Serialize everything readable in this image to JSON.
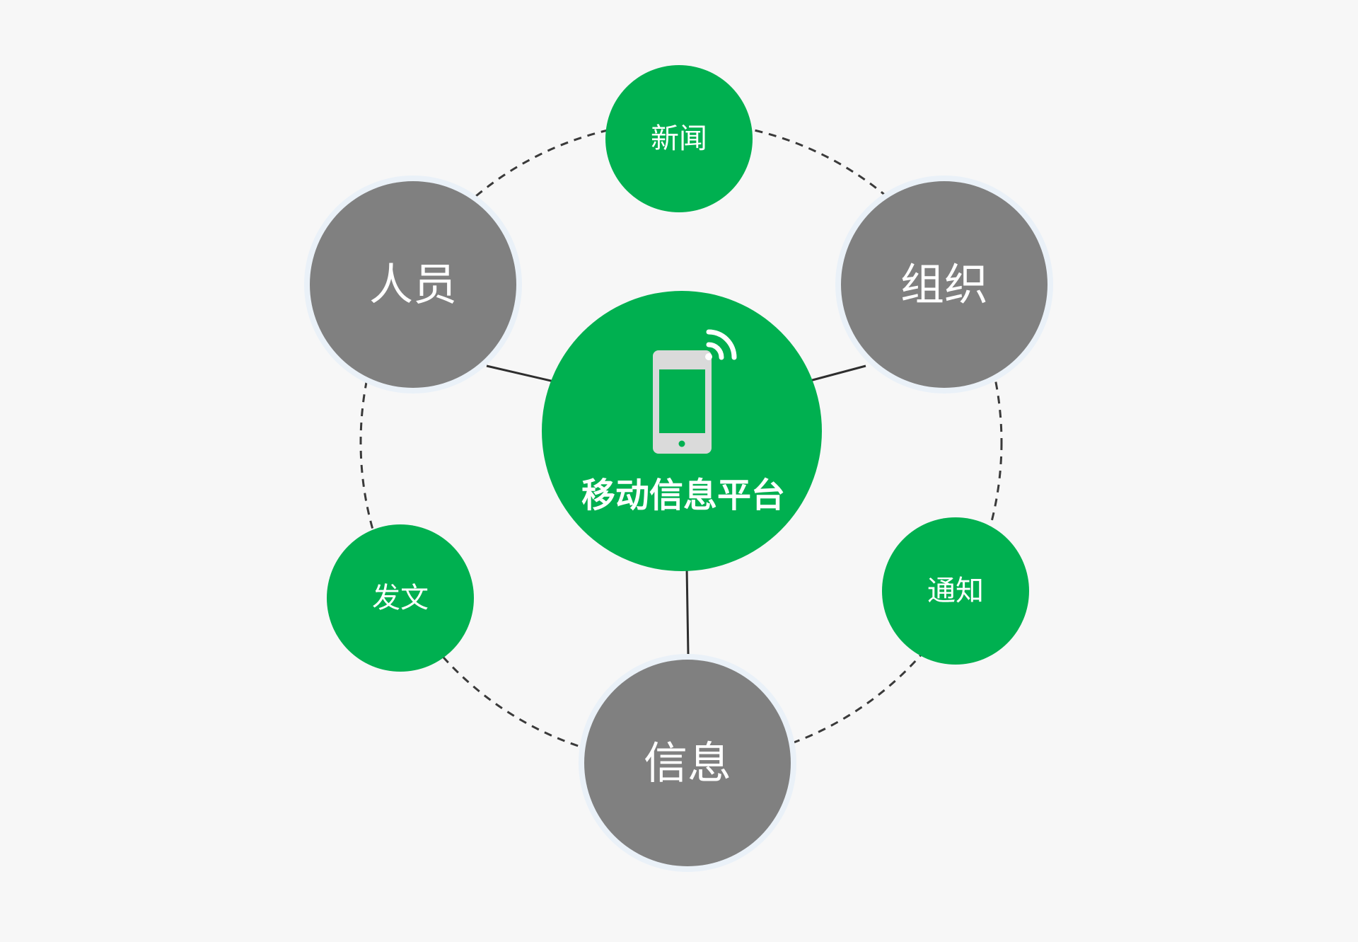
{
  "colors": {
    "background": "#f7f7f7",
    "primary_green": "#00b050",
    "node_gray": "#808080",
    "text": "#ffffff"
  },
  "center": {
    "label": "移动信息平台",
    "icon": "mobile-phone-signal-icon"
  },
  "primary_nodes": {
    "people": "人员",
    "organization": "组织",
    "information": "信息"
  },
  "secondary_nodes": {
    "news": "新闻",
    "notice": "通知",
    "documents": "发文"
  }
}
